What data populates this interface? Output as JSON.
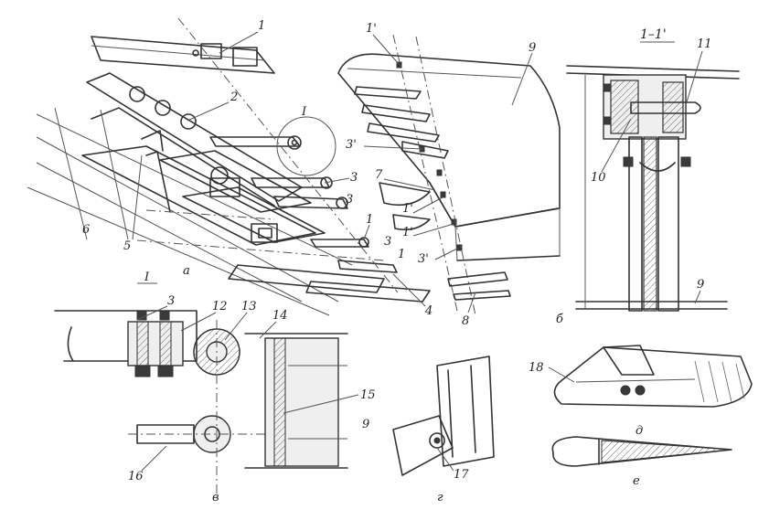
{
  "figure": {
    "section_title": "1–1'",
    "sub_labels": {
      "a": "а",
      "b": "б",
      "v": "в",
      "g": "г",
      "d": "д",
      "e": "е",
      "section_I": "I"
    },
    "callouts": {
      "n1": "1",
      "n1p": "1'",
      "n2": "2",
      "n3": "3",
      "n3p": "3'",
      "n4": "4",
      "n5": "5",
      "n6": "6",
      "n7": "7",
      "n8": "8",
      "n9": "9",
      "n10": "10",
      "n11": "11",
      "n12": "12",
      "n13": "13",
      "n14": "14",
      "n15": "15",
      "n16": "16",
      "n17": "17",
      "n18": "18"
    }
  }
}
